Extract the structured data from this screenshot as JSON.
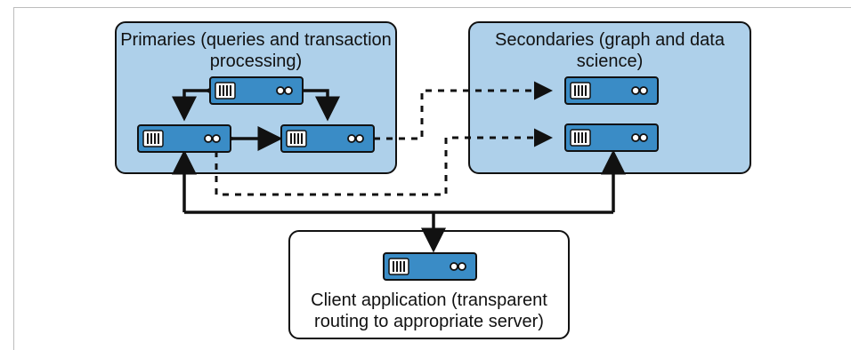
{
  "primaries": {
    "label": "Primaries (queries and transaction\nprocessing)"
  },
  "secondaries": {
    "label": "Secondaries (graph and data\nscience)"
  },
  "client": {
    "label": "Client application (transparent\nrouting to appropriate server)"
  },
  "colors": {
    "panel_fill": "#aed0ea",
    "server_fill": "#3a8cc6",
    "outline": "#111111"
  },
  "icons": {
    "server": "server-icon"
  }
}
